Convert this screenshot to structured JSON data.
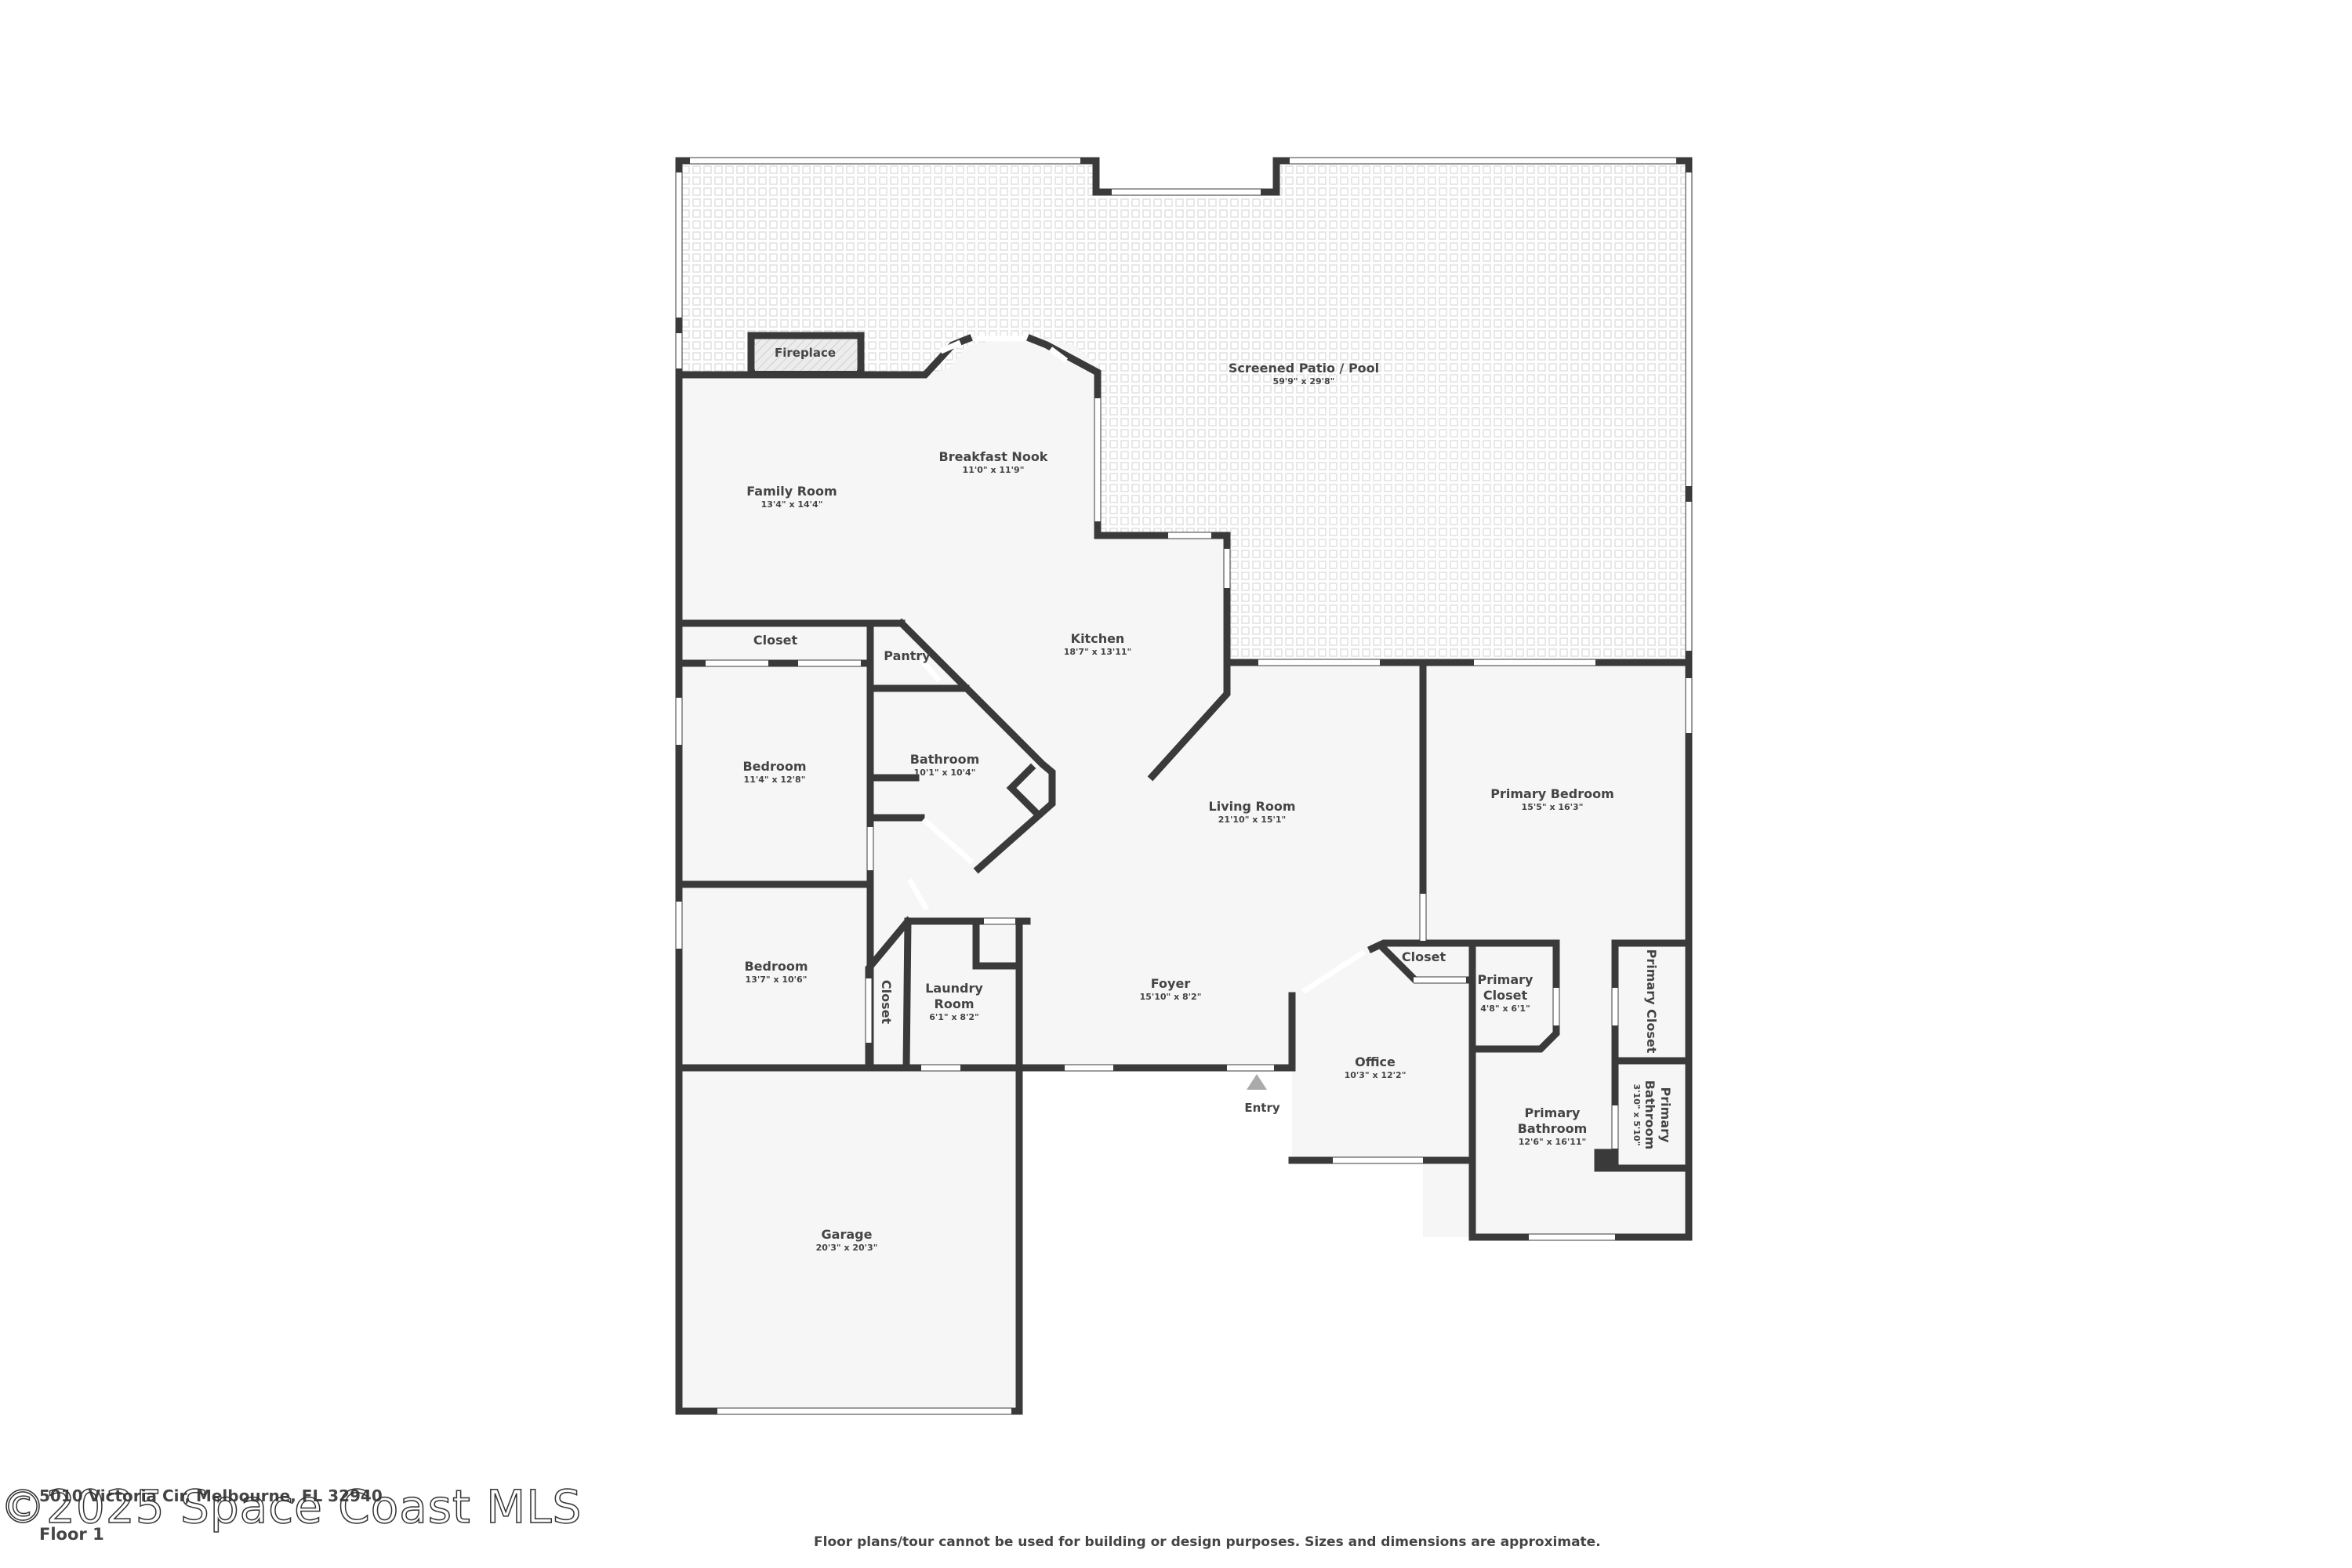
{
  "colors": {
    "wall": "#3a3a3a",
    "floor": "#f6f6f6",
    "patio_tile": "#e4e4e4",
    "text": "#444444",
    "entry_arrow": "#aaaaaa"
  },
  "rooms": {
    "patio": {
      "name": "Screened Patio / Pool",
      "dims": "59'9\" x 29'8\""
    },
    "fireplace": {
      "name": "Fireplace"
    },
    "breakfast_nook": {
      "name": "Breakfast Nook",
      "dims": "11'0\" x 11'9\""
    },
    "family_room": {
      "name": "Family Room",
      "dims": "13'4\" x 14'4\""
    },
    "kitchen": {
      "name": "Kitchen",
      "dims": "18'7\" x 13'11\""
    },
    "closet_1": {
      "name": "Closet"
    },
    "pantry": {
      "name": "Pantry"
    },
    "bedroom_1": {
      "name": "Bedroom",
      "dims": "11'4\" x 12'8\""
    },
    "bathroom": {
      "name": "Bathroom",
      "dims": "10'1\" x 10'4\""
    },
    "living_room": {
      "name": "Living Room",
      "dims": "21'10\" x 15'1\""
    },
    "primary_bedroom": {
      "name": "Primary Bedroom",
      "dims": "15'5\" x 16'3\""
    },
    "bedroom_2": {
      "name": "Bedroom",
      "dims": "13'7\" x 10'6\""
    },
    "closet_2": {
      "name": "Closet"
    },
    "laundry": {
      "name": "Laundry Room",
      "name_line1": "Laundry",
      "name_line2": "Room",
      "dims": "6'1\" x 8'2\""
    },
    "foyer": {
      "name": "Foyer",
      "dims": "15'10\" x 8'2\""
    },
    "closet_3": {
      "name": "Closet"
    },
    "office": {
      "name": "Office",
      "dims": "10'3\" x 12'2\""
    },
    "primary_closet_1": {
      "name": "Primary Closet",
      "name_line1": "Primary",
      "name_line2": "Closet",
      "dims": "4'8\" x 6'1\""
    },
    "primary_closet_2": {
      "name": "Primary Closet"
    },
    "primary_bathroom_1": {
      "name": "Primary Bathroom",
      "name_line1": "Primary",
      "name_line2": "Bathroom",
      "dims": "12'6\" x 16'11\""
    },
    "primary_bathroom_2": {
      "name": "Primary Bathroom",
      "name_line1": "Primary",
      "name_line2": "Bathroom",
      "dims": "3'10\" x 5'10\""
    },
    "garage": {
      "name": "Garage",
      "dims": "20'3\" x 20'3\""
    }
  },
  "entry": {
    "label": "Entry"
  },
  "footer": {
    "address": "5010 Victoria Cir, Melbourne, FL 32940",
    "floor": "Floor 1",
    "disclaimer": "Floor plans/tour cannot be used for building or design purposes. Sizes and dimensions are approximate.",
    "watermark": "©2025 Space Coast MLS"
  }
}
